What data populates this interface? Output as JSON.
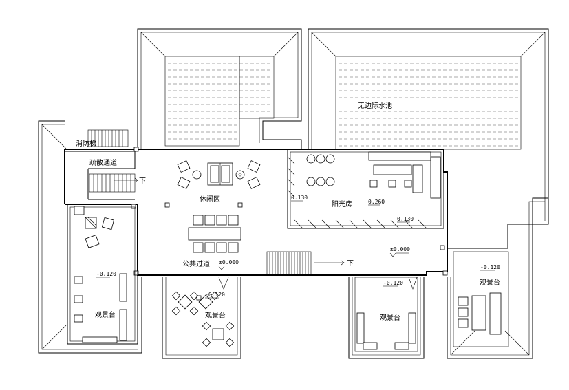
{
  "labels": {
    "infinity_pool": "无边际水池",
    "fire_stairs": "消防梯",
    "evacuation_passage": "疏散通道",
    "down_west": "下",
    "down_center": "下",
    "lounge": "休闲区",
    "sunroom": "阳光房",
    "public_passage": "公共过道",
    "deck_west": "观景台",
    "deck_center_left": "观景台",
    "deck_center_right": "观景台",
    "deck_east": "观景台"
  },
  "elevations": {
    "sunroom_left": "0.130",
    "sunroom_mid": "0.260",
    "sunroom_bottom": "0.130",
    "main_floor": "±0.000",
    "passage": "±0.000",
    "deck_west": "-0.120",
    "deck_center_left": "-0.120",
    "deck_center_right": "-0.120",
    "deck_east": "-0.120"
  },
  "colors": {
    "line": "#000000",
    "background": "#ffffff",
    "water_hatch": "#555555"
  }
}
